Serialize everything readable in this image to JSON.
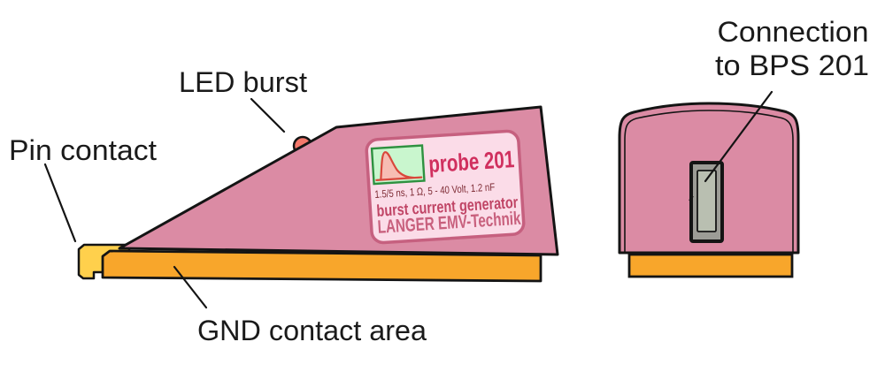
{
  "diagram": {
    "callouts": {
      "pin_contact": "Pin contact",
      "led_burst": "LED burst",
      "gnd_contact_area": "GND contact area",
      "connection_line1": "Connection",
      "connection_line2": "to BPS 201"
    },
    "product_label": {
      "name": "probe 201",
      "specs": "1.5/5 ns, 1 Ω, 5 - 40 Volt, 1.2 nF",
      "type": "burst current generator",
      "brand": "LANGER EMV-Technik"
    },
    "icons": {
      "burst_pulse": "burst-pulse-icon"
    }
  },
  "colors": {
    "body-pink": "#DB8BA4",
    "outline": "#141414",
    "bar-orange": "#F8A62B",
    "pin-yellow": "#FFD04C",
    "led-red": "#F4786B",
    "label-bg": "#FBDCE8",
    "label-border": "#C6607F",
    "icon-green-bg": "#C9F6CE",
    "icon-green-border": "#2E9140",
    "pulse-red": "#D9473B",
    "pulse-fill": "#F7BDB3",
    "title-pink": "#D02F5E",
    "specs-maroon": "#7E2B34",
    "type-pink": "#C04566",
    "brand-pink": "#C8607D",
    "slot-frame": "#9C9C96",
    "slot-inner": "#B9BFB1",
    "text-black": "#1A1A1A"
  }
}
